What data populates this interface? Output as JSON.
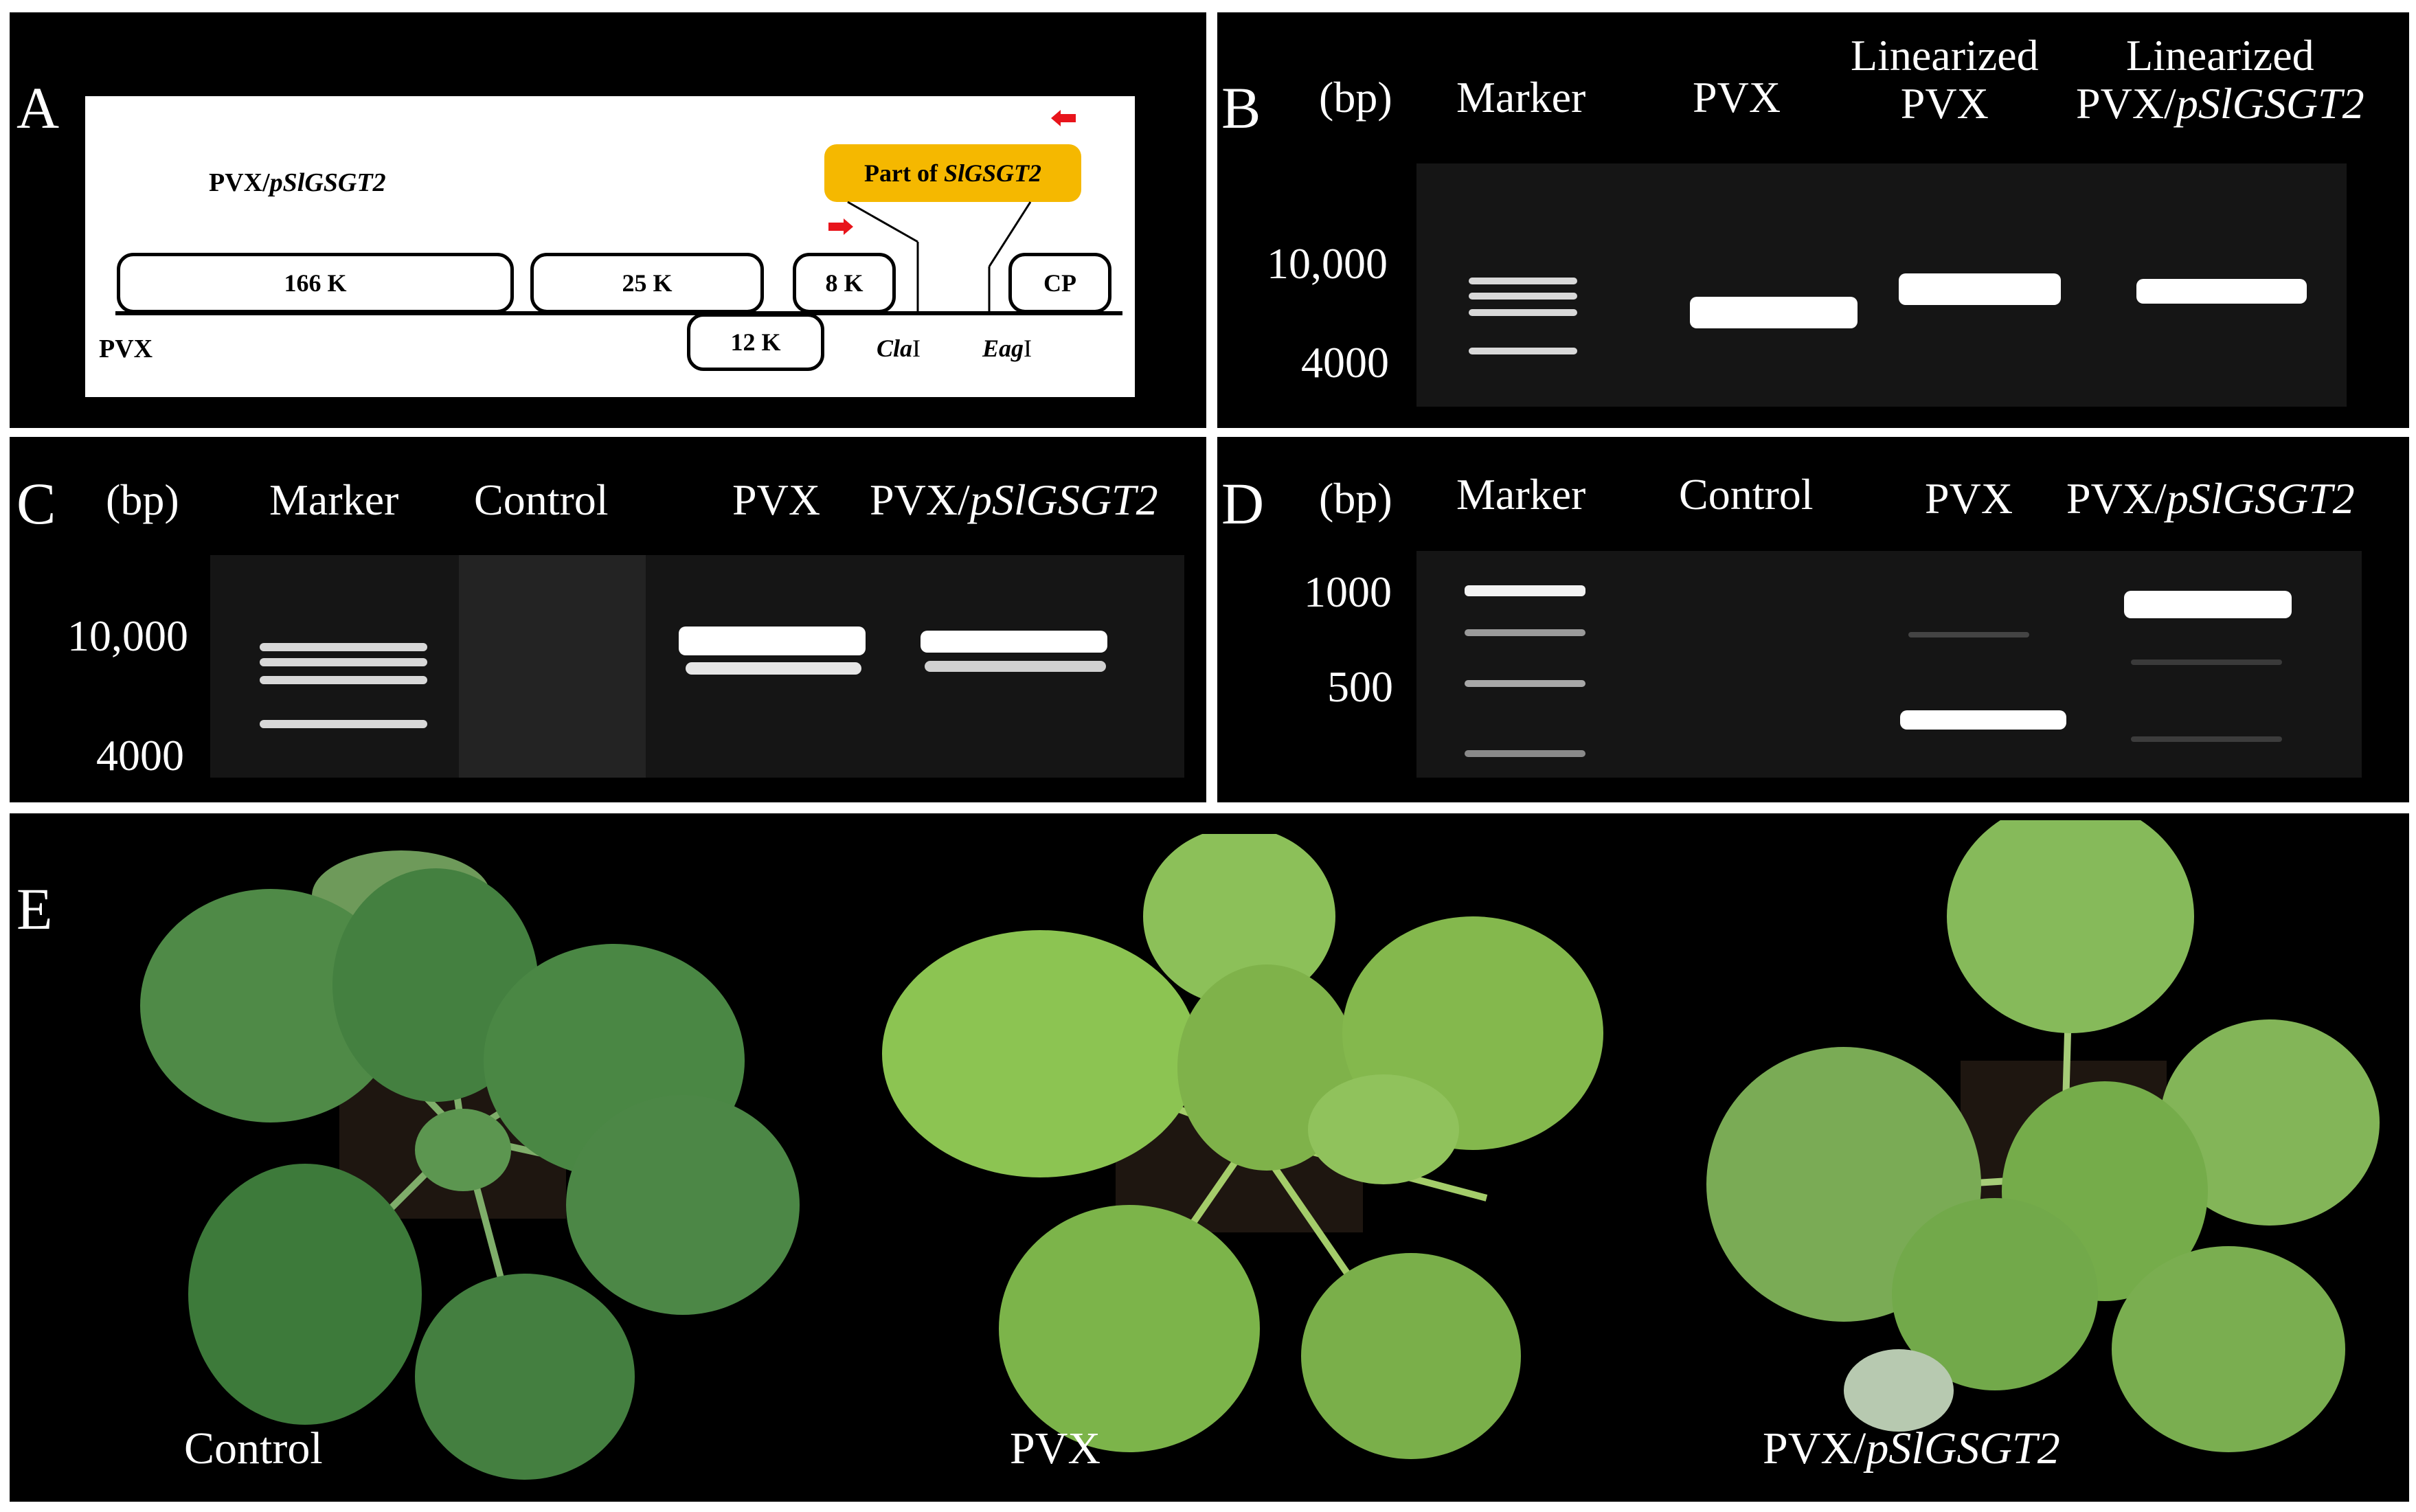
{
  "panel_a": {
    "label": "A",
    "construct_prefix": "PVX/",
    "construct_italic": "pSlGSGT2",
    "insert_prefix": "Part of ",
    "insert_italic": "SlGSGT2",
    "genes": [
      "166 K",
      "25 K",
      "12 K",
      "8 K",
      "CP"
    ],
    "backbone_label": "PVX",
    "site1_italic": "Cla",
    "site1_suffix": "I",
    "site2_italic": "Eag",
    "site2_suffix": "I",
    "colors": {
      "insert_fill": "#f5b800",
      "primer_arrow": "#e8141b"
    }
  },
  "panel_b": {
    "label": "B",
    "unit": "(bp)",
    "lanes": [
      "Marker",
      "PVX",
      "Linearized\nPVX",
      "Linearized"
    ],
    "lane4_line2_prefix": "PVX/",
    "lane4_line2_italic": "pSlGSGT2",
    "ticks": [
      "10,000",
      "4000"
    ]
  },
  "panel_c": {
    "label": "C",
    "unit": "(bp)",
    "lanes": [
      "Marker",
      "Control",
      "PVX"
    ],
    "lane4_prefix": "PVX/",
    "lane4_italic": "pSlGSGT2",
    "ticks": [
      "10,000",
      "4000"
    ]
  },
  "panel_d": {
    "label": "D",
    "unit": "(bp)",
    "lanes": [
      "Marker",
      "Control",
      "PVX"
    ],
    "lane4_prefix": "PVX/",
    "lane4_italic": "pSlGSGT2",
    "ticks": [
      "1000",
      "500"
    ]
  },
  "panel_e": {
    "label": "E",
    "captions": [
      "Control",
      "PVX"
    ],
    "caption3_prefix": "PVX/",
    "caption3_italic": "pSlGSGT2",
    "colors": {
      "leaf_dark": "#3d7a3a",
      "leaf_light": "#7fb24a",
      "leaf_pale": "#9cc665"
    }
  }
}
